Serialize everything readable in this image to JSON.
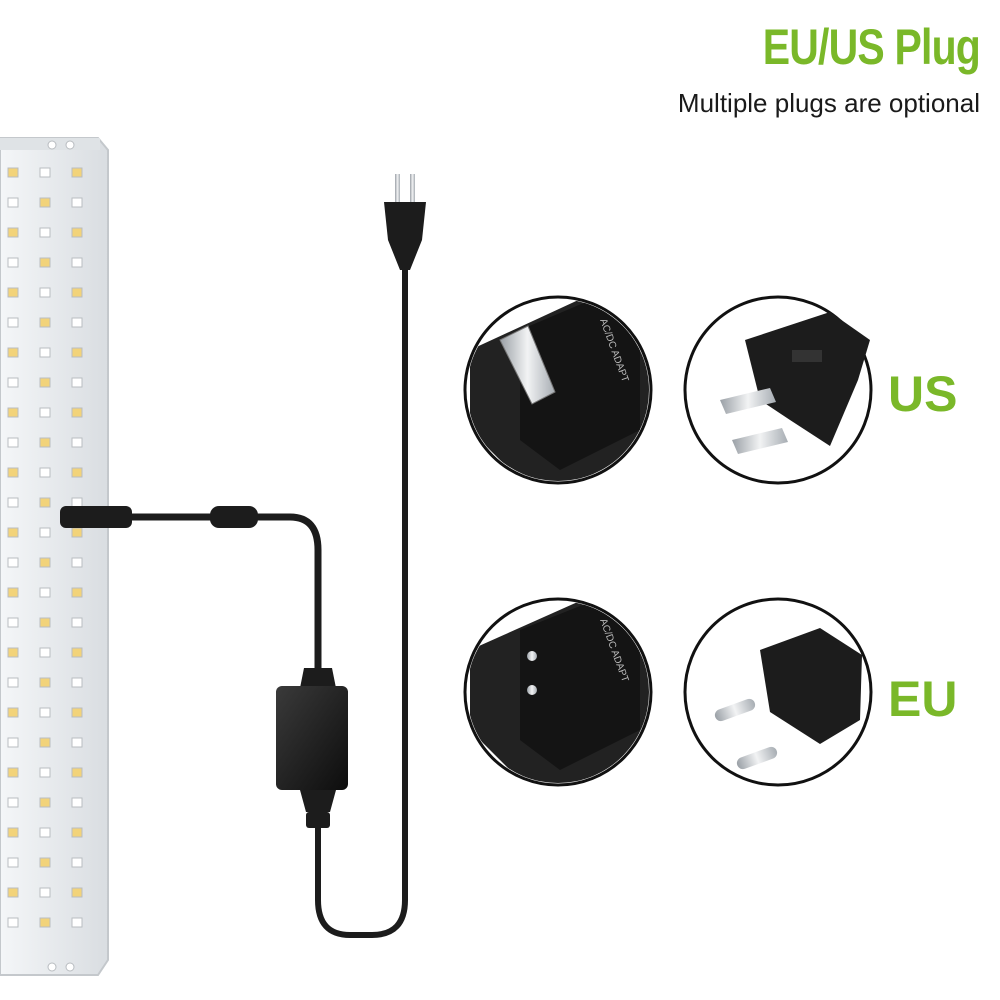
{
  "header": {
    "title": "EU/US Plug",
    "subtitle": "Multiple plugs are optional"
  },
  "options": [
    {
      "label": "US",
      "adapter_text": "AC/DC ADAPT"
    },
    {
      "label": "EU",
      "adapter_text": "AC/DC ADAPT"
    }
  ],
  "colors": {
    "accent": "#7ab829",
    "cable": "#1c1c1c",
    "panel": "#e9ecef",
    "led_warm": "#f2d37a",
    "led_cool": "#ffffff"
  },
  "icons": [
    "grow-light-panel",
    "power-cable",
    "power-adapter",
    "us-plug",
    "eu-plug"
  ]
}
